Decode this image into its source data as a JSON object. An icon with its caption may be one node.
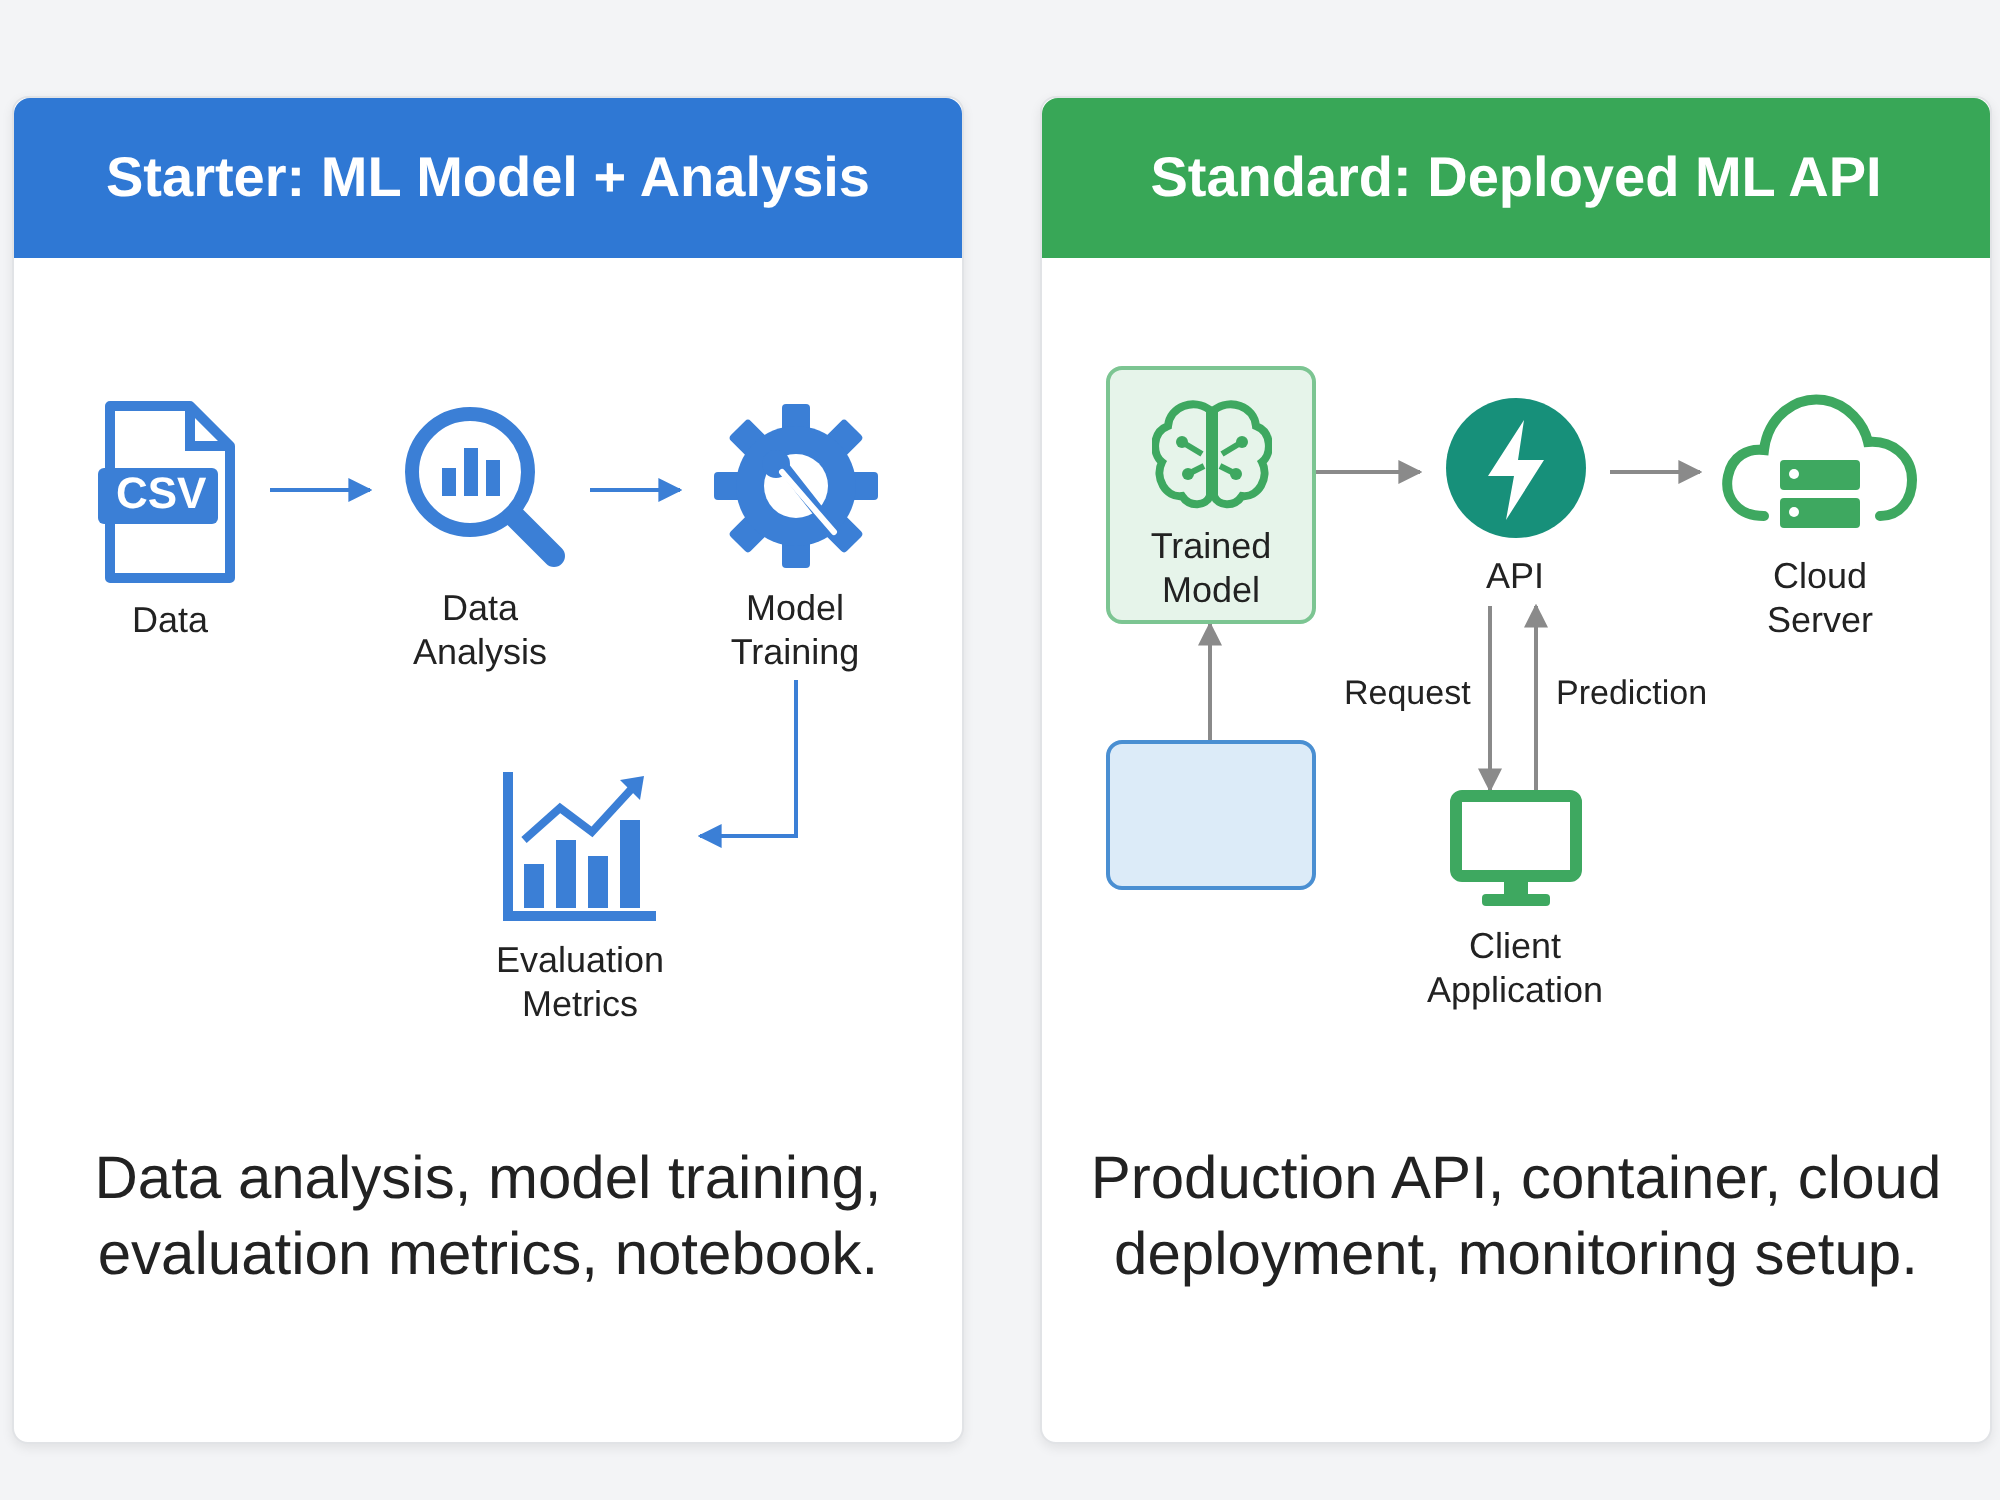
{
  "diagram": {
    "nodes": [
      {
        "text": [
          "Starter: ML Model + Analysis",
          "Data analysis, model training, evaluation metrics, notebook."
        ]
      },
      {
        "text": [
          "CSV",
          "Data"
        ],
        "in": 0
      },
      {
        "text": [
          "Data Analysis"
        ],
        "in": 0
      },
      {
        "text": [
          "Model Training"
        ],
        "in": 0
      },
      {
        "text": [
          "Evaluation Metrics"
        ],
        "in": 0
      },
      {
        "text": [
          "Standard: Deployed ML API",
          "Production API, container, cloud deployment, monitoring setup."
        ]
      },
      {
        "text": [
          "Trained Model"
        ],
        "in": 5
      },
      {
        "text": [
          "API"
        ],
        "in": 5
      },
      {
        "text": [
          "Cloud Server"
        ],
        "in": 5
      },
      {
        "text": [],
        "shape": "box",
        "in": 5
      },
      {
        "text": [
          "Client Application"
        ],
        "in": 5
      }
    ],
    "edges": [
      {
        "from": 1,
        "to": 2,
        "arrow": "to",
        "color": "#3b7fd6"
      },
      {
        "from": 2,
        "to": 3,
        "arrow": "to",
        "color": "#3b7fd6"
      },
      {
        "from": 3,
        "to": 4,
        "arrow": "to",
        "color": "#3b7fd6"
      },
      {
        "from": 6,
        "to": 7,
        "arrow": "to"
      },
      {
        "from": 7,
        "to": 8,
        "arrow": "to"
      },
      {
        "from": 9,
        "to": 6,
        "arrow": "to"
      },
      {
        "from": 7,
        "to": 10,
        "arrow": "to",
        "label": "Request"
      },
      {
        "from": 10,
        "to": 7,
        "arrow": "to",
        "label": "Prediction"
      }
    ]
  }
}
